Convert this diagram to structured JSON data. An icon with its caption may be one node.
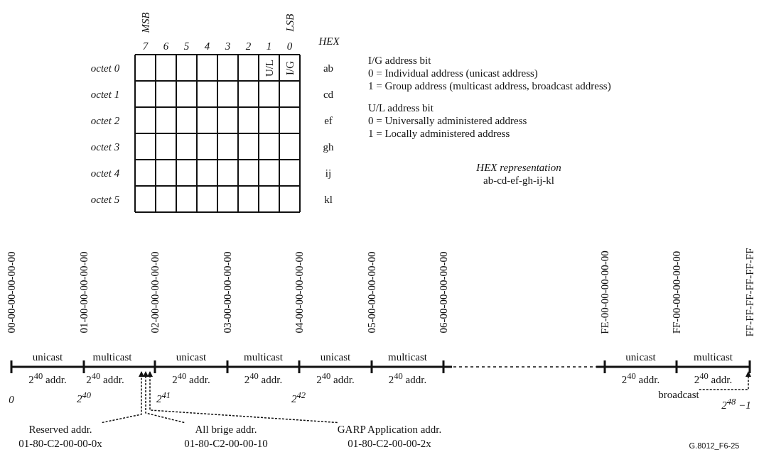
{
  "diagram": {
    "nodes": [
      {
        "text": [
          "Reserved addr.",
          "01-80-C2-00-00-0x"
        ]
      },
      {
        "text": [
          "All brige addr.",
          "01-80-C2-00-00-10"
        ]
      },
      {
        "text": [
          "GARP Application addr.",
          "01-80-C2-00-00-2x"
        ]
      },
      {
        "text": [
          "broadcast"
        ]
      }
    ],
    "edges": [
      {
        "from": 0,
        "to": null,
        "arrow": "to",
        "style": "dashed"
      },
      {
        "from": 1,
        "to": null,
        "arrow": "to",
        "style": "dashed"
      },
      {
        "from": 2,
        "to": null,
        "arrow": "to",
        "style": "dashed"
      },
      {
        "from": 3,
        "to": null,
        "arrow": "to",
        "style": "dashed"
      }
    ],
    "labels": [
      "MSB",
      "LSB",
      "7",
      "6",
      "5",
      "4",
      "3",
      "2",
      "1",
      "0",
      "HEX",
      "octet 0",
      "U/L",
      "I/G",
      "ab",
      "octet 1",
      "cd",
      "octet 2",
      "ef",
      "octet 3",
      "gh",
      "octet 4",
      "ij",
      "octet 5",
      "kl",
      "I/G address bit",
      "0 = Individual address (unicast address)",
      "1 = Group address (multicast address, broadcast address)",
      "U/L address bit",
      "0 = Universally administered address",
      "1 = Locally administered address",
      "HEX representation",
      "ab-cd-ef-gh-ij-kl",
      "00-00-00-00-00-00",
      "01-00-00-00-00-00",
      "02-00-00-00-00-00",
      "03-00-00-00-00-00",
      "04-00-00-00-00-00",
      "05-00-00-00-00-00",
      "06-00-00-00-00-00",
      "FE-00-00-00-00-00",
      "FF-00-00-00-00-00",
      "FF-FF-FF-FF-FF-FF",
      "unicast",
      "multicast",
      "unicast",
      "multicast",
      "unicast",
      "multicast",
      "unicast",
      "multicast",
      "2$^{40}$ addr.",
      "2$^{40}$ addr.",
      "2$^{40}$ addr.",
      "2$^{40}$ addr.",
      "2$^{40}$ addr.",
      "2$^{40}$ addr.",
      "2$^{40}$ addr.",
      "2$^{40}$ addr.",
      "0",
      "2$^{40}$",
      "2$^{41}$",
      "2$^{42}$",
      "2$^{48}$ −1",
      "G.8012_F6-25"
    ]
  }
}
